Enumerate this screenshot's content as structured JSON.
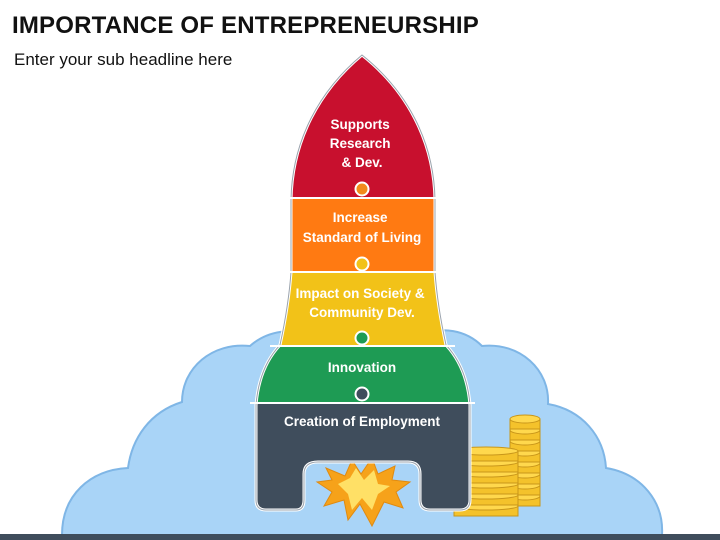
{
  "header": {
    "title": "IMPORTANCE OF ENTREPRENEURSHIP",
    "subtitle": "Enter your sub headline here"
  },
  "rocket": {
    "segments": [
      {
        "lines": [
          "Supports",
          "Research",
          "& Dev."
        ],
        "color": "#c8102e",
        "dot": "#f28a1c"
      },
      {
        "lines": [
          "Increase",
          "Standard of Living"
        ],
        "color": "#ff7a12",
        "dot": "#f2c218"
      },
      {
        "lines": [
          "Impact on Society &",
          "Community Dev."
        ],
        "color": "#f2c218",
        "dot": "#1e9b54"
      },
      {
        "lines": [
          "Innovation"
        ],
        "color": "#1e9b54",
        "dot": "#3f4d5c"
      },
      {
        "lines": [
          "Creation of Employment"
        ],
        "color": "#3f4d5c"
      }
    ]
  },
  "colors": {
    "cloud": "#a9d4f7",
    "cloud_edge": "#7fb6e6",
    "flame_outer": "#f6a21a",
    "flame_inner": "#ffe066",
    "coin": "#f4c22b",
    "coin_edge": "#c8961a"
  },
  "icons": {
    "cloud": "cloud-icon",
    "flame": "flame-icon",
    "coins": "coin-stack-icon"
  }
}
